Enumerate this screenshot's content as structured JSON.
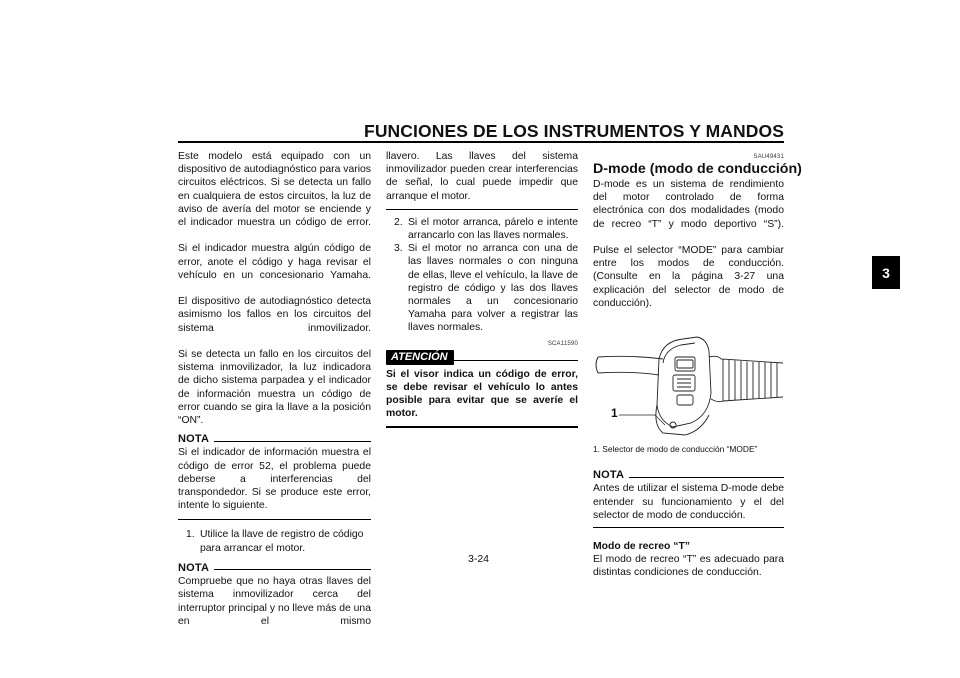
{
  "header": {
    "title": "FUNCIONES DE LOS INSTRUMENTOS Y MANDOS"
  },
  "chapter_tab": "3",
  "page_number": "3-24",
  "col1": {
    "intro": "Este modelo está equipado con un dispositivo de autodiagnóstico para varios circuitos eléctricos. Si se detecta un fallo en cualquiera de estos circuitos, la luz de aviso de avería del motor se enciende y el indicador muestra un código de error.",
    "p2": "Si el indicador muestra algún código de error, anote el código y haga revisar el vehículo en un concesionario Yamaha.",
    "p3": "El dispositivo de autodiagnóstico detecta asimismo los fallos en los circuitos del sistema inmovilizador.",
    "p4": "Si se detecta un fallo en los circuitos del sistema inmovilizador, la luz indicadora de dicho sistema parpadea y el indicador de información muestra un código de error cuando se gira la llave a la posición “ON”.",
    "note1_label": "NOTA",
    "note1_text": "Si el indicador de información muestra el código de error 52, el problema puede deberse a interferencias del transpondedor. Si se produce este error, intente lo siguiente.",
    "step1_num": "1.",
    "step1_text": "Utilice la llave de registro de código para arrancar el motor.",
    "note2_label": "NOTA",
    "note2_text": "Compruebe que no haya otras llaves del sistema inmovilizador cerca del interruptor principal y no lleve más de una en el mismo"
  },
  "col2": {
    "cont": "llavero. Las llaves del sistema inmovilizador pueden crear interferencias de señal, lo cual puede impedir que arranque el motor.",
    "step2_num": "2.",
    "step2_text": "Si el motor arranca, párelo e intente arrancarlo con las llaves normales.",
    "step3_num": "3.",
    "step3_text": "Si el motor no arranca con una de las llaves normales o con ninguna de ellas, lleve el vehículo, la llave de registro de código y las dos llaves normales a un concesionario Yamaha para volver a registrar las llaves normales.",
    "code": "SCA11590",
    "atencion_label": "ATENCIÓN",
    "atencion_text": "Si el visor indica un código de error, se debe revisar el vehículo lo antes posible para evitar que se averíe el motor."
  },
  "col3": {
    "code": "SAU49431",
    "title": "D-mode (modo de conducción)",
    "p1": "D-mode es un sistema de rendimiento del motor controlado de forma electrónica con dos modalidades (modo de recreo “T” y modo deportivo “S”).",
    "p2": "Pulse el selector “MODE” para cambiar entre los modos de conducción. (Consulte en la página 3-27 una explicación del selector de modo de conducción).",
    "figure_callout": "1",
    "caption": "1. Selector de modo de conducción “MODE”",
    "note_label": "NOTA",
    "note_text": "Antes de utilizar el sistema D-mode debe entender su funcionamiento y el del selector de modo de conducción.",
    "subhead": "Modo de recreo “T”",
    "p3": "El modo de recreo “T” es adecuado para distintas condiciones de conducción."
  }
}
